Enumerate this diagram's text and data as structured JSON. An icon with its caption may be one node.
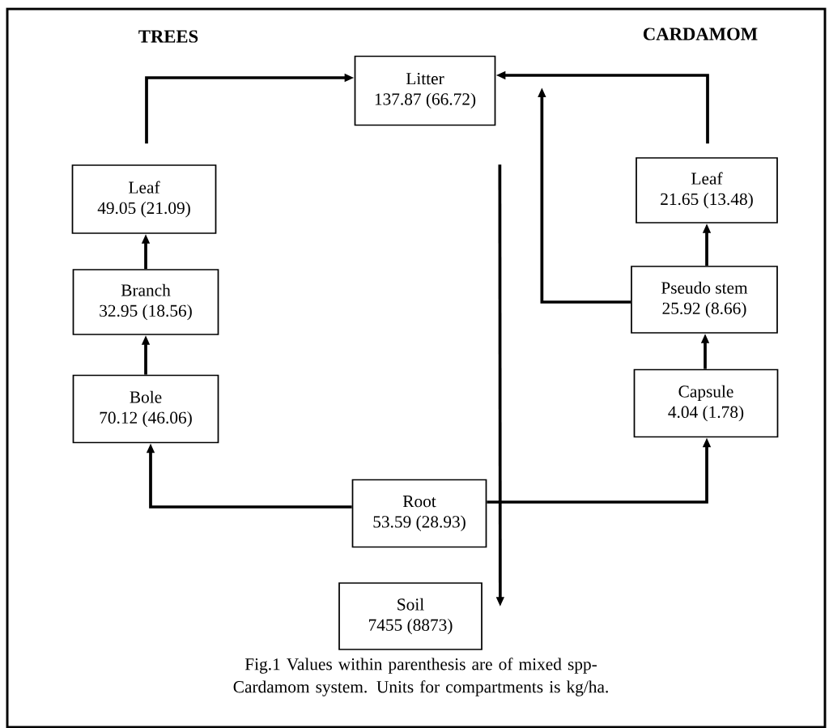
{
  "diagram": {
    "caption": "Fig.1 Values within parenthesis are of mixed spp-Cardamom system. Units for compartments is kg/ha.",
    "nodes": [
      {
        "text": [
          "Litter",
          "137.87 (66.72)"
        ]
      },
      {
        "text": [
          "Leaf",
          "49.05 (21.09)"
        ]
      },
      {
        "text": [
          "Leaf",
          "21.65 (13.48)"
        ]
      },
      {
        "text": [
          "Branch",
          "32.95 (18.56)"
        ]
      },
      {
        "text": [
          "Pseudo stem",
          "25.92 (8.66)"
        ]
      },
      {
        "text": [
          "Bole",
          "70.12 (46.06)"
        ]
      },
      {
        "text": [
          "Capsule",
          "4.04 (1.78)"
        ]
      },
      {
        "text": [
          "Root",
          "53.59 (28.93)"
        ]
      },
      {
        "text": [
          "Soil",
          "7455 (8873)"
        ]
      }
    ],
    "edges": [
      {
        "from": 1,
        "to": 0,
        "arrow": "to"
      },
      {
        "from": 2,
        "to": 0,
        "arrow": "to"
      },
      {
        "from": 4,
        "to": 0,
        "arrow": "to"
      },
      {
        "from": 3,
        "to": 1,
        "arrow": "to"
      },
      {
        "from": 5,
        "to": 3,
        "arrow": "to"
      },
      {
        "from": 4,
        "to": 2,
        "arrow": "to"
      },
      {
        "from": 6,
        "to": 4,
        "arrow": "to"
      },
      {
        "from": 7,
        "to": 5,
        "arrow": "to"
      },
      {
        "from": 7,
        "to": 6,
        "arrow": "to"
      },
      {
        "from": 0,
        "to": 8,
        "arrow": "to"
      }
    ],
    "labels": [
      "TREES",
      "CARDAMOM"
    ]
  }
}
